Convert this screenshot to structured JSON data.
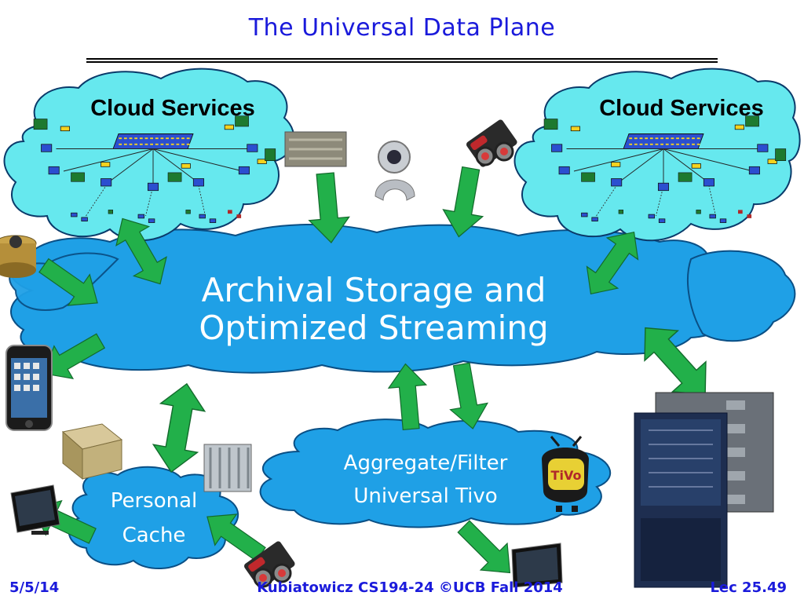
{
  "slide": {
    "title": "The Universal Data Plane",
    "footer_date": "5/5/14",
    "footer_center": "Kubiatowicz CS194-24 ©UCB Fall 2014",
    "footer_lec": "Lec 25.49"
  },
  "diagram": {
    "cloud_left_label": "Cloud Services",
    "cloud_right_label": "Cloud Services",
    "central_line1": "Archival Storage and",
    "central_line2": "Optimized Streaming",
    "aggregate_line1": "Aggregate/Filter",
    "aggregate_line2": "Universal Tivo",
    "personal_line1": "Personal",
    "personal_line2": "Cache",
    "tivo_logo_text": "TiVo"
  },
  "colors": {
    "title": "#1a1adb",
    "cloud_fill": "#1fa0e6",
    "cloud_services_fill": "#66e8ee",
    "arrow_fill": "#22b04a",
    "text_white": "#ffffff"
  }
}
